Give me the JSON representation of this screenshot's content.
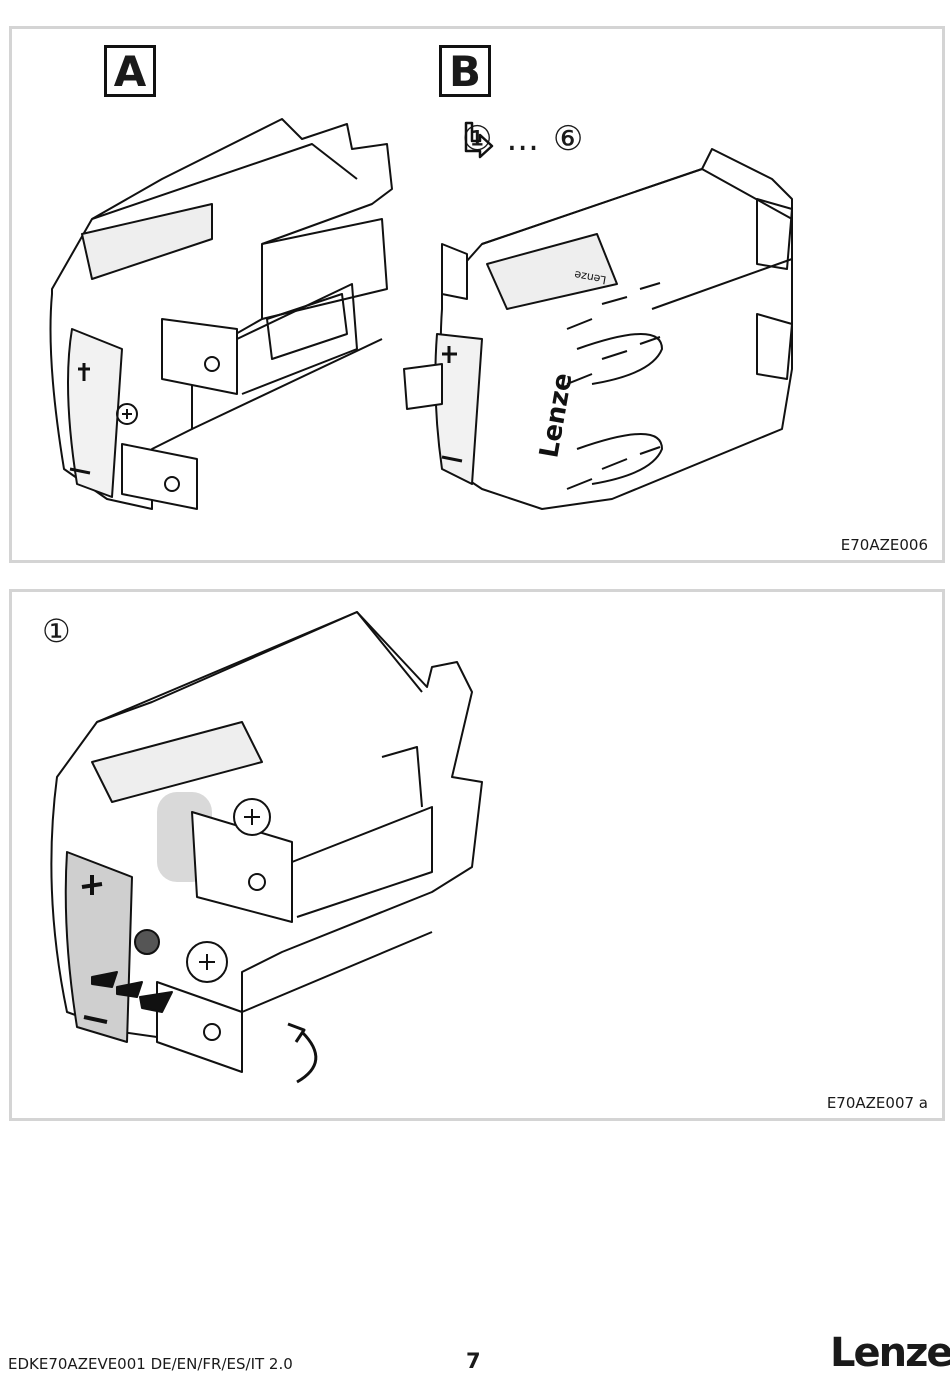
{
  "figure_top": {
    "label_a": "A",
    "label_b": "B",
    "step_arrow_icon": "step-arrow-icon",
    "step_start": "①",
    "step_ellipsis": "...",
    "step_end": "⑥",
    "figure_code": "E70AZE006"
  },
  "figure_bottom": {
    "step_marker": "①",
    "figure_code": "E70AZE007 a"
  },
  "footer": {
    "doc_id": "EDKE70AZEVE001  DE/EN/FR/ES/IT  2.0",
    "page_number": "7",
    "brand_logo": "Lenze"
  }
}
